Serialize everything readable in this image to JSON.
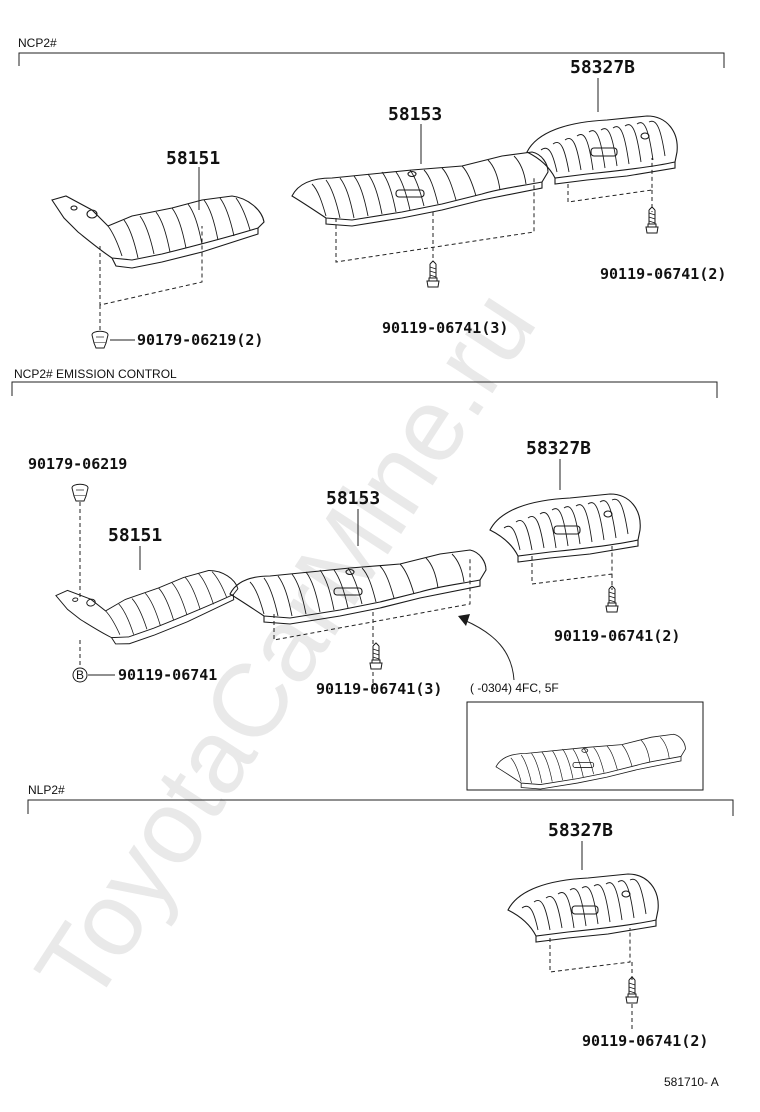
{
  "watermark": "ToyotaCarMine.ru",
  "figure_code": "581710- A",
  "sections": [
    {
      "id": "s1",
      "title": "NCP2#",
      "labels": {
        "p58151": "58151",
        "p58153": "58153",
        "p58327b": "58327B",
        "clip": "90179-06219(2)",
        "bolt_mid": "90119-06741(3)",
        "bolt_right": "90119-06741(2)"
      }
    },
    {
      "id": "s2",
      "title": "NCP2#  EMISSION CONTROL",
      "labels": {
        "clip": "90179-06219",
        "p58151": "58151",
        "p58153": "58153",
        "p58327b": "58327B",
        "bolt_b_marker": "B",
        "bolt_b": "90119-06741",
        "bolt_mid": "90119-06741(3)",
        "bolt_right": "90119-06741(2)",
        "variant_note": "(      -0304) 4FC, 5F"
      }
    },
    {
      "id": "s3",
      "title": "NLP2#",
      "labels": {
        "p58327b": "58327B",
        "bolt": "90119-06741(2)"
      }
    }
  ]
}
